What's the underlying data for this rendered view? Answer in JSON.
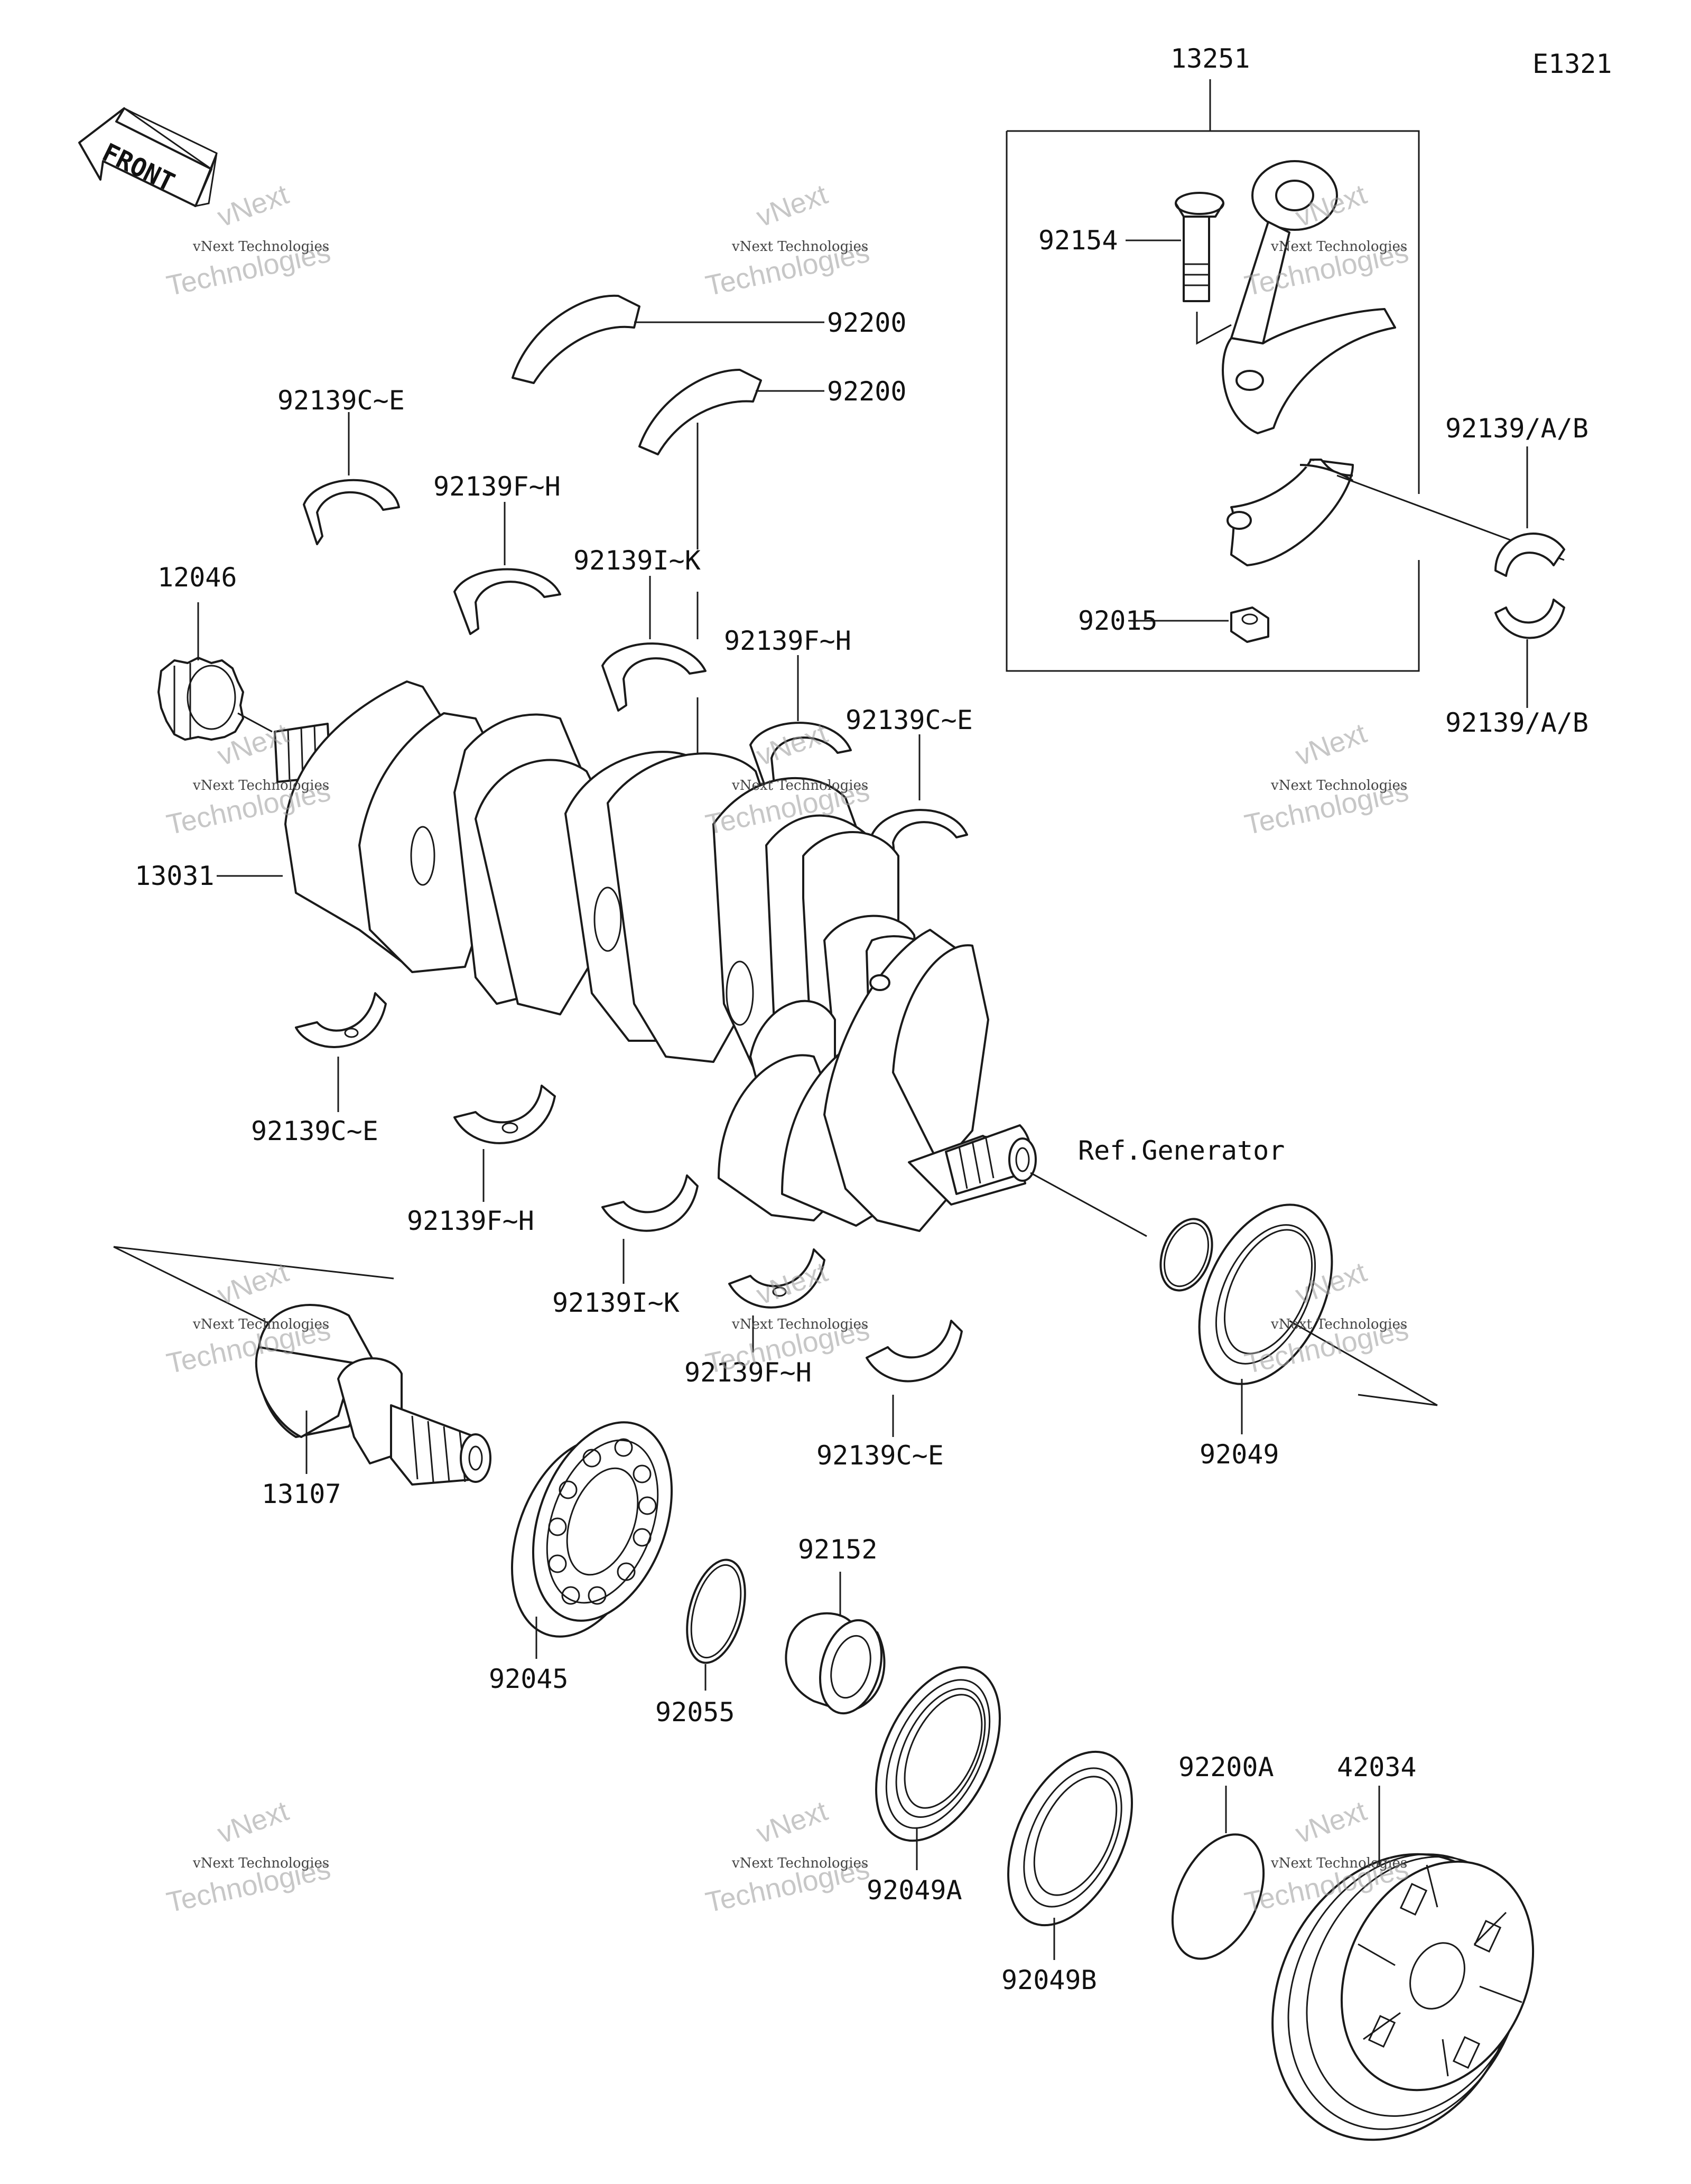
{
  "diagram_code": "E1321",
  "front_label": "FRONT",
  "ref_label": "Ref.Generator",
  "watermark": {
    "brand": "vNext Technologies",
    "big_top": "vNext",
    "big_bottom": "Technologies"
  },
  "labels": {
    "p13251": "13251",
    "p92154": "92154",
    "p92015": "92015",
    "p92139AB_top": "92139/A/B",
    "p92139AB_bottom": "92139/A/B",
    "p92200_a": "92200",
    "p92200_b": "92200",
    "p92139CE_1": "92139C~E",
    "p92139FH_1": "92139F~H",
    "p92139IK_1": "92139I~K",
    "p92139FH_2": "92139F~H",
    "p92139CE_2": "92139C~E",
    "p12046": "12046",
    "p13031": "13031",
    "p92139CE_3": "92139C~E",
    "p92139FH_3": "92139F~H",
    "p92139IK_2": "92139I~K",
    "p92139FH_4": "92139F~H",
    "p92139CE_4": "92139C~E",
    "p13107": "13107",
    "p92045": "92045",
    "p92055": "92055",
    "p92152": "92152",
    "p92049": "92049",
    "p92049A": "92049A",
    "p92049B": "92049B",
    "p92200A": "92200A",
    "p42034": "42034"
  }
}
